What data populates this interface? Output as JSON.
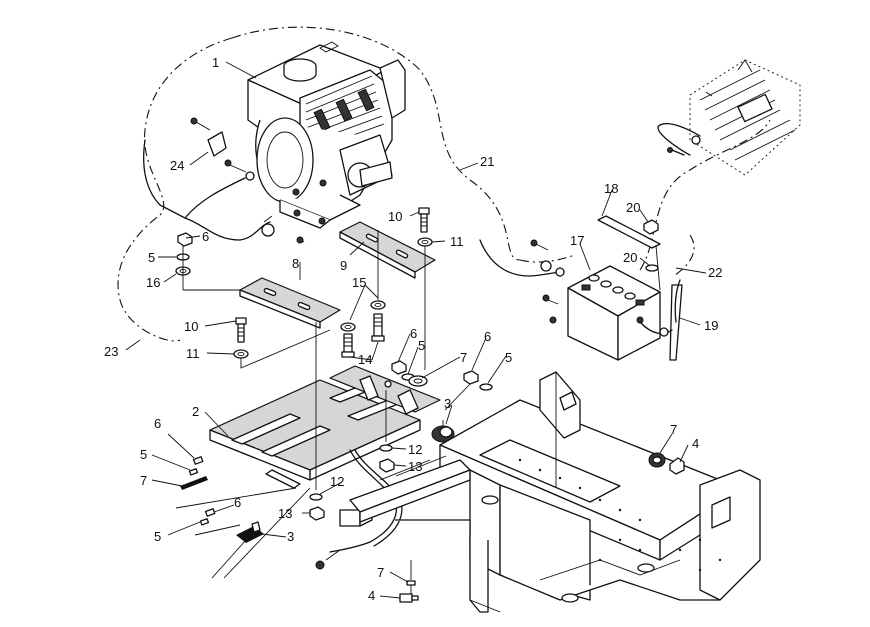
{
  "callouts": [
    {
      "id": "c1",
      "text": "1"
    },
    {
      "id": "c2",
      "text": "2"
    },
    {
      "id": "c3a",
      "text": "3"
    },
    {
      "id": "c3b",
      "text": "3"
    },
    {
      "id": "c4a",
      "text": "4"
    },
    {
      "id": "c4b",
      "text": "4"
    },
    {
      "id": "c5a",
      "text": "5"
    },
    {
      "id": "c5b",
      "text": "5"
    },
    {
      "id": "c5c",
      "text": "5"
    },
    {
      "id": "c5d",
      "text": "5"
    },
    {
      "id": "c5e",
      "text": "5"
    },
    {
      "id": "c6a",
      "text": "6"
    },
    {
      "id": "c6b",
      "text": "6"
    },
    {
      "id": "c6c",
      "text": "6"
    },
    {
      "id": "c6d",
      "text": "6"
    },
    {
      "id": "c6e",
      "text": "6"
    },
    {
      "id": "c7a",
      "text": "7"
    },
    {
      "id": "c7b",
      "text": "7"
    },
    {
      "id": "c7c",
      "text": "7"
    },
    {
      "id": "c7d",
      "text": "7"
    },
    {
      "id": "c8",
      "text": "8"
    },
    {
      "id": "c9",
      "text": "9"
    },
    {
      "id": "c10a",
      "text": "10"
    },
    {
      "id": "c10b",
      "text": "10"
    },
    {
      "id": "c11a",
      "text": "11"
    },
    {
      "id": "c11b",
      "text": "11"
    },
    {
      "id": "c12a",
      "text": "12"
    },
    {
      "id": "c12b",
      "text": "12"
    },
    {
      "id": "c13a",
      "text": "13"
    },
    {
      "id": "c13b",
      "text": "13"
    },
    {
      "id": "c14",
      "text": "14"
    },
    {
      "id": "c15",
      "text": "15"
    },
    {
      "id": "c16",
      "text": "16"
    },
    {
      "id": "c17",
      "text": "17"
    },
    {
      "id": "c18",
      "text": "18"
    },
    {
      "id": "c19",
      "text": "19"
    },
    {
      "id": "c20a",
      "text": "20"
    },
    {
      "id": "c20b",
      "text": "20"
    },
    {
      "id": "c21",
      "text": "21"
    },
    {
      "id": "c22",
      "text": "22"
    },
    {
      "id": "c23",
      "text": "23"
    },
    {
      "id": "c24",
      "text": "24"
    }
  ]
}
